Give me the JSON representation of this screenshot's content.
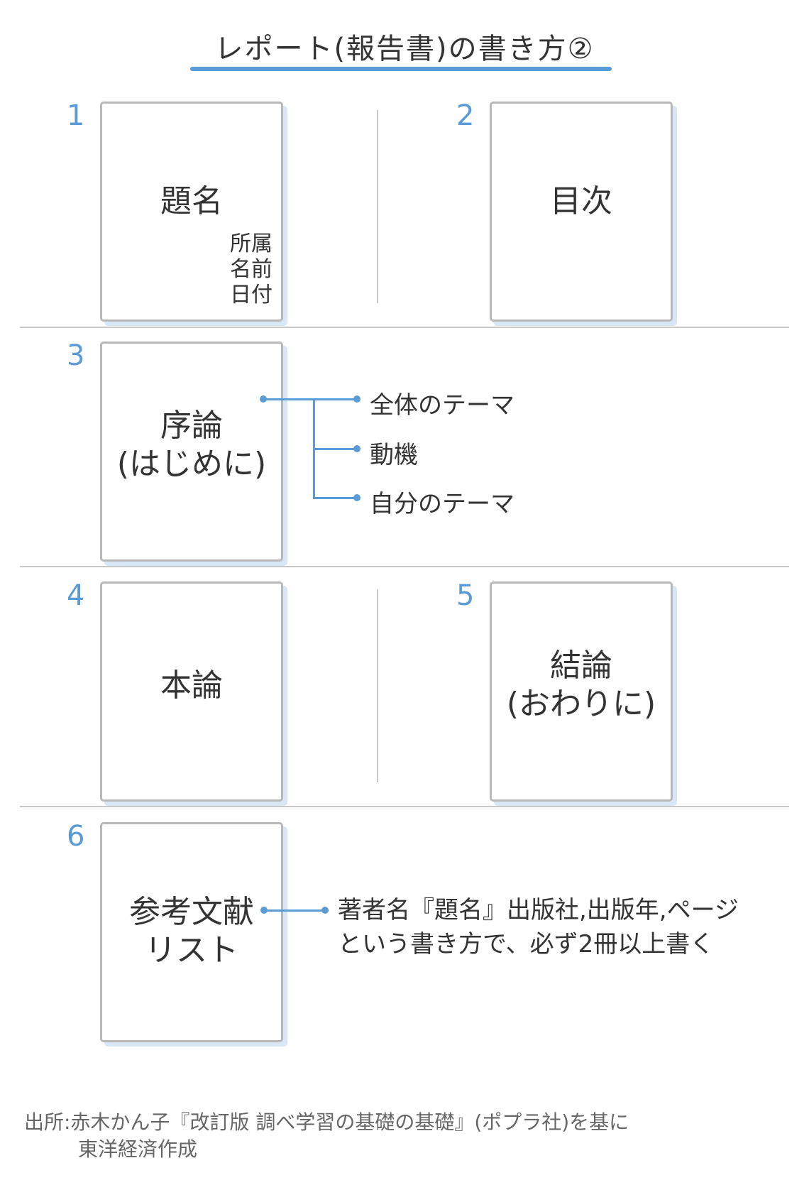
{
  "title": "レポート(報告書)の書き方②",
  "accent_color": "#5b9bd5",
  "steps": [
    {
      "number": "1",
      "label": "題名",
      "sub": [
        "所属",
        "名前",
        "日付"
      ]
    },
    {
      "number": "2",
      "label": "目次"
    },
    {
      "number": "3",
      "label_lines": [
        "序論",
        "(はじめに)"
      ],
      "items": [
        "全体のテーマ",
        "動機",
        "自分のテーマ"
      ]
    },
    {
      "number": "4",
      "label": "本論"
    },
    {
      "number": "5",
      "label_lines": [
        "結論",
        "(おわりに)"
      ]
    },
    {
      "number": "6",
      "label_lines": [
        "参考文献",
        "リスト"
      ],
      "note_lines": [
        "著者名『題名』出版社,出版年,ページ",
        "という書き方で、必ず2冊以上書く"
      ]
    }
  ],
  "source": {
    "line1": "出所:赤木かん子『改訂版 調べ学習の基礎の基礎』(ポプラ社)を基に",
    "line2": "東洋経済作成"
  }
}
